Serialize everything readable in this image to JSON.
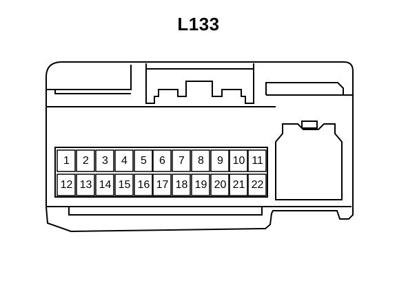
{
  "connector": {
    "id": "L133",
    "pins_row1": [
      "1",
      "2",
      "3",
      "4",
      "5",
      "6",
      "7",
      "8",
      "9",
      "10",
      "11"
    ],
    "pins_row2": [
      "12",
      "13",
      "14",
      "15",
      "16",
      "17",
      "18",
      "19",
      "20",
      "21",
      "22"
    ]
  }
}
